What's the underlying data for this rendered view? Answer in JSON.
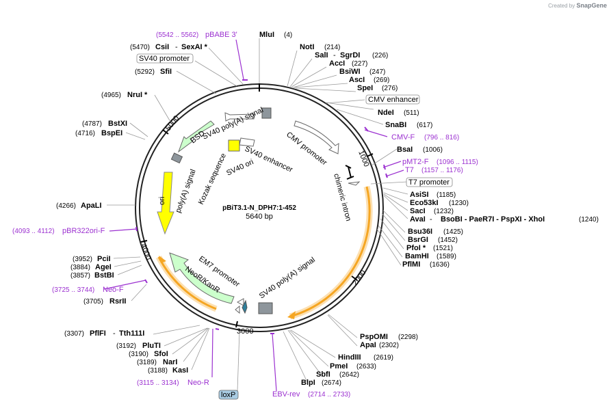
{
  "branding": {
    "created_by": "Created by",
    "product": "SnapGene"
  },
  "plasmid": {
    "name": "pBiT3.1-N_DPH7:1-452",
    "length_label": "5640 bp"
  },
  "ring_ticks": [
    {
      "label": "1000"
    },
    {
      "label": "2000"
    },
    {
      "label": "3000"
    },
    {
      "label": "4000"
    },
    {
      "label": "5000"
    }
  ],
  "sites": [
    {
      "name": "MluI",
      "pos": "(4)"
    },
    {
      "name": "NotI",
      "pos": "(214)"
    },
    {
      "name": "SalI",
      "extra": "SgrDI",
      "pos": "(226)"
    },
    {
      "name": "AccI",
      "pos": "(227)"
    },
    {
      "name": "BsiWI",
      "pos": "(247)"
    },
    {
      "name": "AscI",
      "pos": "(269)"
    },
    {
      "name": "SpeI",
      "pos": "(276)"
    },
    {
      "name": "NdeI",
      "pos": "(511)"
    },
    {
      "name": "SnaBI",
      "pos": "(617)"
    },
    {
      "name": "BsaI",
      "pos": "(1006)"
    },
    {
      "name": "AsiSI",
      "pos": "(1185)"
    },
    {
      "name": "Eco53kI",
      "pos": "(1230)"
    },
    {
      "name": "SacI",
      "pos": "(1232)"
    },
    {
      "name": "AvaI",
      "extra": "BsoBI  -  PaeR7I  -  PspXI  -  XhoI",
      "pos": "(1240)"
    },
    {
      "name": "Bsu36I",
      "pos": "(1425)"
    },
    {
      "name": "BsrGI",
      "pos": "(1452)"
    },
    {
      "name": "PfoI *",
      "pos": "(1521)"
    },
    {
      "name": "BamHI",
      "pos": "(1589)"
    },
    {
      "name": "PflMI",
      "pos": "(1636)"
    },
    {
      "name": "PspOMI",
      "pos": "(2298)"
    },
    {
      "name": "ApaI",
      "pos": "(2302)"
    },
    {
      "name": "HindIII",
      "pos": "(2619)"
    },
    {
      "name": "PmeI",
      "pos": "(2633)"
    },
    {
      "name": "SbfI",
      "pos": "(2642)"
    },
    {
      "name": "BlpI",
      "pos": "(2674)"
    },
    {
      "name": "KasI",
      "pos": "(3188)"
    },
    {
      "name": "NarI",
      "pos": "(3189)"
    },
    {
      "name": "SfoI",
      "pos": "(3190)"
    },
    {
      "name": "PluTI",
      "pos": "(3192)"
    },
    {
      "name": "PflFI",
      "extra": "Tth111I",
      "pos": "(3307)"
    },
    {
      "name": "RsrII",
      "pos": "(3705)"
    },
    {
      "name": "BstBI",
      "pos": "(3857)"
    },
    {
      "name": "AgeI",
      "pos": "(3884)"
    },
    {
      "name": "PciI",
      "pos": "(3952)"
    },
    {
      "name": "ApaLI",
      "pos": "(4266)"
    },
    {
      "name": "BspEI",
      "pos": "(4716)"
    },
    {
      "name": "BstXI",
      "pos": "(4787)"
    },
    {
      "name": "NruI *",
      "pos": "(4965)"
    },
    {
      "name": "SfiI",
      "pos": "(5292)"
    },
    {
      "name": "CsiI",
      "extra": "SexAI *",
      "pos": "(5470)"
    }
  ],
  "primers": [
    {
      "name": "pBABE 3'",
      "pos": "(5542 .. 5562)"
    },
    {
      "name": "CMV-F",
      "pos": "(796 .. 816)"
    },
    {
      "name": "pMT2-F",
      "pos": "(1096 .. 1115)"
    },
    {
      "name": "T7",
      "pos": "(1157 .. 1176)"
    },
    {
      "name": "pBR322ori-F",
      "pos": "(4093 .. 4112)"
    },
    {
      "name": "Neo-F",
      "pos": "(3725 .. 3744)"
    },
    {
      "name": "Neo-R",
      "pos": "(3115 .. 3134)"
    },
    {
      "name": "EBV-rev",
      "pos": "(2714 .. 2733)"
    }
  ],
  "boxed_labels": {
    "sv40_promoter": "SV40 promoter",
    "cmv_enhancer": "CMV enhancer",
    "t7_promoter": "T7 promoter",
    "loxp": "loxP"
  },
  "features": {
    "sv40_polya_top": "SV40 poly(A) signal",
    "cmv_promoter": "CMV promoter",
    "chimeric_intron": "chimeric intron",
    "sv40_polya_bottom": "SV40 poly(A) signal",
    "em7_promoter": "EM7 promoter",
    "neor_kanr": "NeoR/KanR",
    "ori": "ori",
    "polya_signal": "poly(A) signal",
    "bsd": "BSD",
    "kozak": "Kozak sequence",
    "sv40_enhancer": "SV40 enhancer",
    "sv40_ori": "SV40 ori"
  },
  "colors": {
    "ring": "#222222",
    "purple": "#9b30d0",
    "orange": "#f5a623",
    "ori_yellow": "#ffff00",
    "bsd_green": "#ccffcc",
    "gray_box": "#8e969c",
    "teal": "#2f7f9b"
  }
}
